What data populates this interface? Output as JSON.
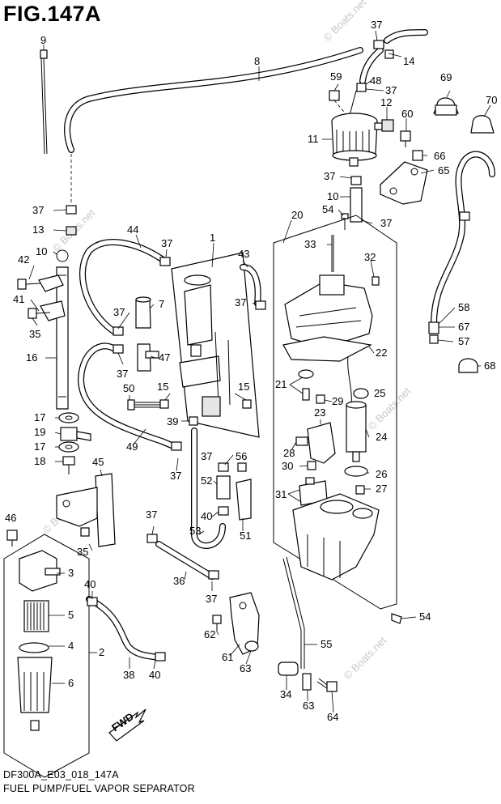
{
  "figure": {
    "title": "FIG.147A",
    "code": "DF300A_E03_018_147A",
    "caption": "FUEL PUMP/FUEL VAPOR SEPARATOR",
    "watermark": "© Boats.net"
  },
  "callouts": [
    {
      "id": "c1",
      "label": "1"
    },
    {
      "id": "c2",
      "label": "2"
    },
    {
      "id": "c3",
      "label": "3"
    },
    {
      "id": "c4",
      "label": "4"
    },
    {
      "id": "c5",
      "label": "5"
    },
    {
      "id": "c6",
      "label": "6"
    },
    {
      "id": "c7",
      "label": "7"
    },
    {
      "id": "c8",
      "label": "8"
    },
    {
      "id": "c9",
      "label": "9"
    },
    {
      "id": "c10a",
      "label": "10"
    },
    {
      "id": "c10b",
      "label": "10"
    },
    {
      "id": "c11",
      "label": "11"
    },
    {
      "id": "c12",
      "label": "12"
    },
    {
      "id": "c13",
      "label": "13"
    },
    {
      "id": "c14",
      "label": "14"
    },
    {
      "id": "c15a",
      "label": "15"
    },
    {
      "id": "c15b",
      "label": "15"
    },
    {
      "id": "c16",
      "label": "16"
    },
    {
      "id": "c17a",
      "label": "17"
    },
    {
      "id": "c17b",
      "label": "17"
    },
    {
      "id": "c18",
      "label": "18"
    },
    {
      "id": "c19",
      "label": "19"
    },
    {
      "id": "c20",
      "label": "20"
    },
    {
      "id": "c21",
      "label": "21"
    },
    {
      "id": "c22",
      "label": "22"
    },
    {
      "id": "c23",
      "label": "23"
    },
    {
      "id": "c24",
      "label": "24"
    },
    {
      "id": "c25",
      "label": "25"
    },
    {
      "id": "c26",
      "label": "26"
    },
    {
      "id": "c27",
      "label": "27"
    },
    {
      "id": "c28",
      "label": "28"
    },
    {
      "id": "c29",
      "label": "29"
    },
    {
      "id": "c30",
      "label": "30"
    },
    {
      "id": "c31",
      "label": "31"
    },
    {
      "id": "c32",
      "label": "32"
    },
    {
      "id": "c33",
      "label": "33"
    },
    {
      "id": "c34",
      "label": "34"
    },
    {
      "id": "c35a",
      "label": "35"
    },
    {
      "id": "c35b",
      "label": "35"
    },
    {
      "id": "c36",
      "label": "36"
    },
    {
      "id": "c37a",
      "label": "37"
    },
    {
      "id": "c37b",
      "label": "37"
    },
    {
      "id": "c37c",
      "label": "37"
    },
    {
      "id": "c37d",
      "label": "37"
    },
    {
      "id": "c37e",
      "label": "37"
    },
    {
      "id": "c37f",
      "label": "37"
    },
    {
      "id": "c37g",
      "label": "37"
    },
    {
      "id": "c37h",
      "label": "37"
    },
    {
      "id": "c37i",
      "label": "37"
    },
    {
      "id": "c37j",
      "label": "37"
    },
    {
      "id": "c37k",
      "label": "37"
    },
    {
      "id": "c37l",
      "label": "37"
    },
    {
      "id": "c37m",
      "label": "37"
    },
    {
      "id": "c37n",
      "label": "37"
    },
    {
      "id": "c38",
      "label": "38"
    },
    {
      "id": "c39",
      "label": "39"
    },
    {
      "id": "c40a",
      "label": "40"
    },
    {
      "id": "c40b",
      "label": "40"
    },
    {
      "id": "c40c",
      "label": "40"
    },
    {
      "id": "c41",
      "label": "41"
    },
    {
      "id": "c42",
      "label": "42"
    },
    {
      "id": "c43",
      "label": "43"
    },
    {
      "id": "c44",
      "label": "44"
    },
    {
      "id": "c45",
      "label": "45"
    },
    {
      "id": "c46",
      "label": "46"
    },
    {
      "id": "c47",
      "label": "47"
    },
    {
      "id": "c48",
      "label": "48"
    },
    {
      "id": "c49",
      "label": "49"
    },
    {
      "id": "c50",
      "label": "50"
    },
    {
      "id": "c51",
      "label": "51"
    },
    {
      "id": "c52",
      "label": "52"
    },
    {
      "id": "c53",
      "label": "53"
    },
    {
      "id": "c54a",
      "label": "54"
    },
    {
      "id": "c54b",
      "label": "54"
    },
    {
      "id": "c55",
      "label": "55"
    },
    {
      "id": "c56",
      "label": "56"
    },
    {
      "id": "c57",
      "label": "57"
    },
    {
      "id": "c58",
      "label": "58"
    },
    {
      "id": "c59",
      "label": "59"
    },
    {
      "id": "c60",
      "label": "60"
    },
    {
      "id": "c61",
      "label": "61"
    },
    {
      "id": "c62",
      "label": "62"
    },
    {
      "id": "c63a",
      "label": "63"
    },
    {
      "id": "c63b",
      "label": "63"
    },
    {
      "id": "c64",
      "label": "64"
    },
    {
      "id": "c65",
      "label": "65"
    },
    {
      "id": "c66",
      "label": "66"
    },
    {
      "id": "c67",
      "label": "67"
    },
    {
      "id": "c68",
      "label": "68"
    },
    {
      "id": "c69",
      "label": "69"
    },
    {
      "id": "c70",
      "label": "70"
    }
  ],
  "fwd_label": "FWD"
}
